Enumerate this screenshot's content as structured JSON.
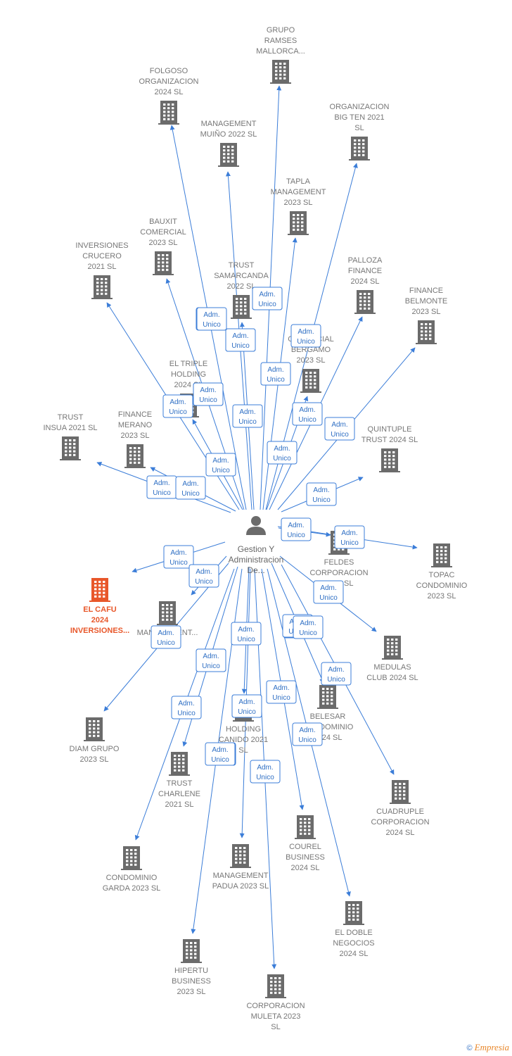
{
  "center": {
    "label": [
      "Gestion Y",
      "Administracion",
      "De..."
    ]
  },
  "badge": [
    "Adm.",
    "Unico"
  ],
  "footer": {
    "copyright": "©",
    "brand": "Empresia"
  },
  "colors": {
    "edge": "#3b7dd8",
    "building": "#6b6b6b",
    "highlight": "#e8572a",
    "badge_border": "#3b7dd8",
    "badge_text": "#2f6fc4"
  },
  "companies": [
    {
      "id": "grupo-ramses-mallorca",
      "label": [
        "GRUPO",
        "RAMSES",
        "MALLORCA..."
      ]
    },
    {
      "id": "folgoso-organizacion",
      "label": [
        "FOLGOSO",
        "ORGANIZACION",
        "2024  SL"
      ]
    },
    {
      "id": "organizacion-big-ten",
      "label": [
        "ORGANIZACION",
        "BIG TEN 2021",
        "SL"
      ]
    },
    {
      "id": "management-muino",
      "label": [
        "MANAGEMENT",
        "MUIÑO 2022  SL"
      ]
    },
    {
      "id": "tapla-management",
      "label": [
        "TAPLA",
        "MANAGEMENT",
        "2023  SL"
      ]
    },
    {
      "id": "bauxit-comercial",
      "label": [
        "BAUXIT",
        "COMERCIAL",
        "2023  SL"
      ]
    },
    {
      "id": "inversiones-crucero",
      "label": [
        "INVERSIONES",
        "CRUCERO",
        "2021  SL"
      ]
    },
    {
      "id": "trust-samarcanda",
      "label": [
        "TRUST",
        "SAMARCANDA",
        "2022  SL"
      ]
    },
    {
      "id": "palloza-finance",
      "label": [
        "PALLOZA",
        "FINANCE",
        "2024  SL"
      ]
    },
    {
      "id": "finance-belmonte",
      "label": [
        "FINANCE",
        "BELMONTE",
        "2023  SL"
      ]
    },
    {
      "id": "comercial-bergamo",
      "label": [
        "COMERCIAL",
        "BERGAMO",
        "2023  SL"
      ]
    },
    {
      "id": "el-triple-holding",
      "label": [
        "EL TRIPLE",
        "HOLDING",
        "2024  SL"
      ]
    },
    {
      "id": "trust-insua",
      "label": [
        "TRUST",
        "INSUA 2021  SL"
      ]
    },
    {
      "id": "finance-merano",
      "label": [
        "FINANCE",
        "MERANO",
        "2023  SL"
      ]
    },
    {
      "id": "quintuple-trust",
      "label": [
        "QUINTUPLE",
        "TRUST 2024  SL"
      ]
    },
    {
      "id": "topac-condominio",
      "label": [
        "TOPAC",
        "CONDOMINIO",
        "2023  SL"
      ]
    },
    {
      "id": "feldes-corporacion",
      "label": [
        "FELDES",
        "CORPORACION",
        "2023  SL"
      ]
    },
    {
      "id": "el-cafu-2024",
      "label": [
        "EL CAFU",
        "2024",
        "INVERSIONES..."
      ]
    },
    {
      "id": "management-2",
      "label": [
        "MANAGEMENT..."
      ]
    },
    {
      "id": "medulas-club",
      "label": [
        "MEDULAS",
        "CLUB 2024  SL"
      ]
    },
    {
      "id": "diam-grupo",
      "label": [
        "DIAM GRUPO",
        "2023  SL"
      ]
    },
    {
      "id": "belesar-condominio",
      "label": [
        "BELESAR",
        "CONDOMINIO",
        "2024  SL"
      ]
    },
    {
      "id": "holding-canido",
      "label": [
        "HOLDING",
        "CANIDO 2021",
        "SL"
      ]
    },
    {
      "id": "trust-charlene",
      "label": [
        "TRUST",
        "CHARLENE",
        "2021  SL"
      ]
    },
    {
      "id": "cuadruple-corporacion",
      "label": [
        "CUADRUPLE",
        "CORPORACION",
        "2024  SL"
      ]
    },
    {
      "id": "courel-business",
      "label": [
        "COUREL",
        "BUSINESS",
        "2024  SL"
      ]
    },
    {
      "id": "condominio-garda",
      "label": [
        "CONDOMINIO",
        "GARDA 2023  SL"
      ]
    },
    {
      "id": "management-padua",
      "label": [
        "MANAGEMENT",
        "PADUA 2023  SL"
      ]
    },
    {
      "id": "el-doble-negocios",
      "label": [
        "EL DOBLE",
        "NEGOCIOS",
        "2024  SL"
      ]
    },
    {
      "id": "hipertu-business",
      "label": [
        "HIPERTU",
        "BUSINESS",
        "2023  SL"
      ]
    },
    {
      "id": "corporacion-muleta",
      "label": [
        "CORPORACION",
        "MULETA 2023",
        "SL"
      ]
    }
  ]
}
